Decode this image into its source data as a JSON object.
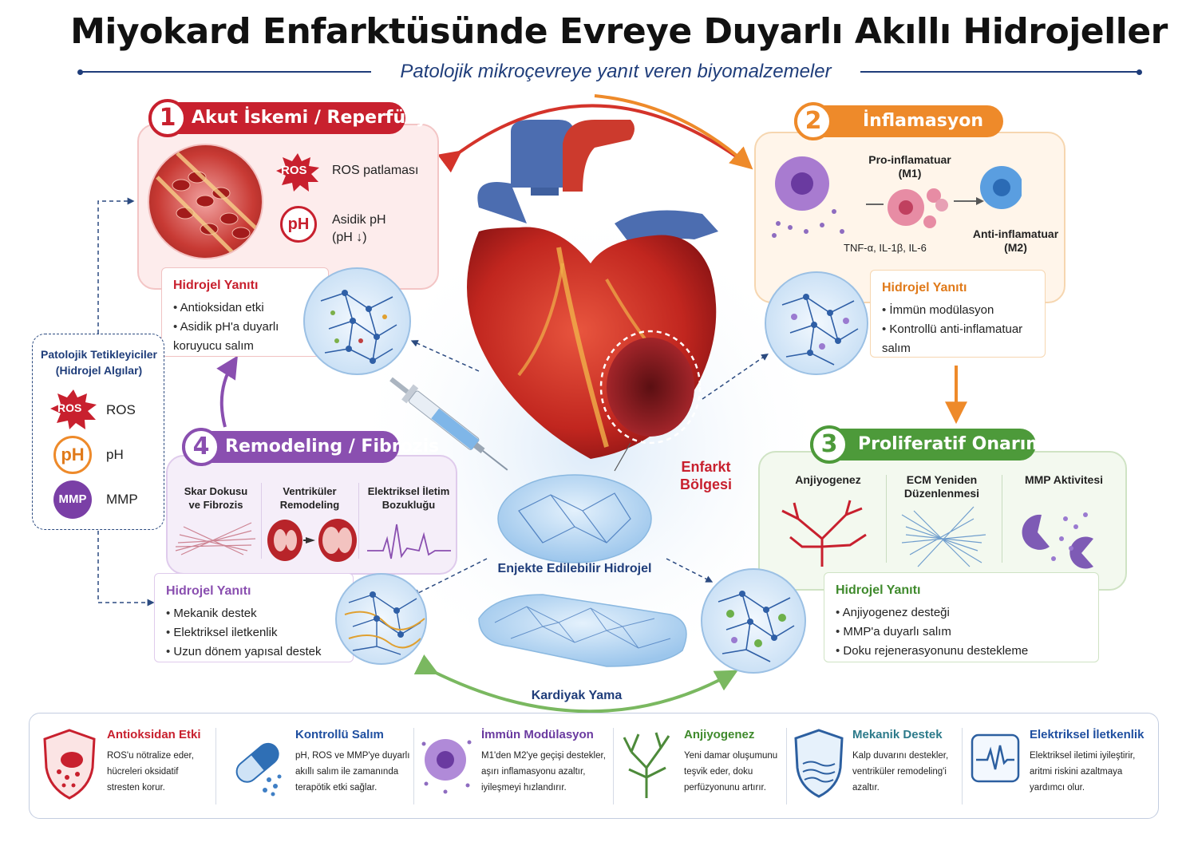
{
  "title": "Miyokard Enfarktüsünde Evreye Duyarlı Akıllı Hidrojeller",
  "subtitle": "Patolojik mikroçevreye yanıt veren biyomalzemeler",
  "colors": {
    "stage1": "#c8202e",
    "stage2": "#ee8a2a",
    "stage3": "#4d9a3a",
    "stage4": "#8a4fb0",
    "navy": "#1f3d7a"
  },
  "stage1": {
    "number": "1",
    "title": "Akut İskemi / Reperfüzyon",
    "ros_badge": "ROS",
    "ros_label": "ROS patlaması",
    "ph_badge": "pH",
    "ph_label_line1": "Asidik pH",
    "ph_label_line2": "(pH ↓)",
    "response": {
      "title": "Hidrojel Yanıtı",
      "items": [
        "Antioksidan etki",
        "Asidik pH'a duyarlı koruyucu salım"
      ]
    }
  },
  "stage2": {
    "number": "2",
    "title": "İnflamasyon",
    "pro_label_line1": "Pro-inflamatuar",
    "pro_label_line2": "(M1)",
    "anti_label_line1": "Anti-inflamatuar",
    "anti_label_line2": "(M2)",
    "cytokines": "TNF-α, IL-1β, IL-6",
    "response": {
      "title": "Hidrojel Yanıtı",
      "items": [
        "İmmün modülasyon",
        "Kontrollü anti-inflamatuar salım"
      ]
    }
  },
  "stage3": {
    "number": "3",
    "title": "Proliferatif Onarım",
    "col1": "Anjiyogenez",
    "col2_line1": "ECM Yeniden",
    "col2_line2": "Düzenlenmesi",
    "col3": "MMP Aktivitesi",
    "response": {
      "title": "Hidrojel Yanıtı",
      "items": [
        "Anjiyogenez desteği",
        "MMP'a duyarlı salım",
        "Doku rejenerasyonunu destekleme"
      ]
    }
  },
  "stage4": {
    "number": "4",
    "title": "Remodeling / Fibrozis",
    "col1_line1": "Skar Dokusu",
    "col1_line2": "ve Fibrozis",
    "col2_line1": "Ventriküler",
    "col2_line2": "Remodeling",
    "col3_line1": "Elektriksel İletim",
    "col3_line2": "Bozukluğu",
    "response": {
      "title": "Hidrojel Yanıtı",
      "items": [
        "Mekanik destek",
        "Elektriksel iletkenlik",
        "Uzun dönem yapısal destek"
      ]
    }
  },
  "triggers": {
    "title_line1": "Patolojik Tetikleyiciler",
    "title_line2": "(Hidrojel Algılar)",
    "items": [
      {
        "badge": "ROS",
        "label": "ROS"
      },
      {
        "badge": "pH",
        "label": "pH"
      },
      {
        "badge": "MMP",
        "label": "MMP"
      }
    ]
  },
  "center": {
    "infarct_line1": "Enfarkt",
    "infarct_line2": "Bölgesi",
    "injectable": "Enjekte Edilebilir Hidrojel",
    "patch": "Kardiyak Yama"
  },
  "bottom": [
    {
      "icon": "shield-icon",
      "title": "Antioksidan Etki",
      "color": "#c8202e",
      "lines": [
        "ROS'u nötralize eder,",
        "hücreleri oksidatif",
        "stresten korur."
      ]
    },
    {
      "icon": "capsule-icon",
      "title": "Kontrollü Salım",
      "color": "#1f4fa0",
      "lines": [
        "pH, ROS ve MMP'ye duyarlı",
        "akıllı salım ile zamanında",
        "terapötik etki sağlar."
      ]
    },
    {
      "icon": "macrophage-icon",
      "title": "İmmün Modülasyon",
      "color": "#6a3aa0",
      "lines": [
        "M1'den M2'ye geçişi destekler,",
        "aşırı inflamasyonu azaltır,",
        "iyileşmeyi hızlandırır."
      ]
    },
    {
      "icon": "vessel-branch-icon",
      "title": "Anjiyogenez",
      "color": "#3f8a2c",
      "lines": [
        "Yeni damar oluşumunu",
        "teşvik eder, doku",
        "perfüzyonunu artırır."
      ]
    },
    {
      "icon": "mechanical-shield-icon",
      "title": "Mekanik Destek",
      "color": "#2c7a8a",
      "lines": [
        "Kalp duvarını destekler,",
        "ventriküler remodeling'i",
        "azaltır."
      ]
    },
    {
      "icon": "ecg-icon",
      "title": "Elektriksel İletkenlik",
      "color": "#1f4fa0",
      "lines": [
        "Elektriksel iletimi iyileştirir,",
        "aritmi riskini azaltmaya",
        "yardımcı olur."
      ]
    }
  ]
}
